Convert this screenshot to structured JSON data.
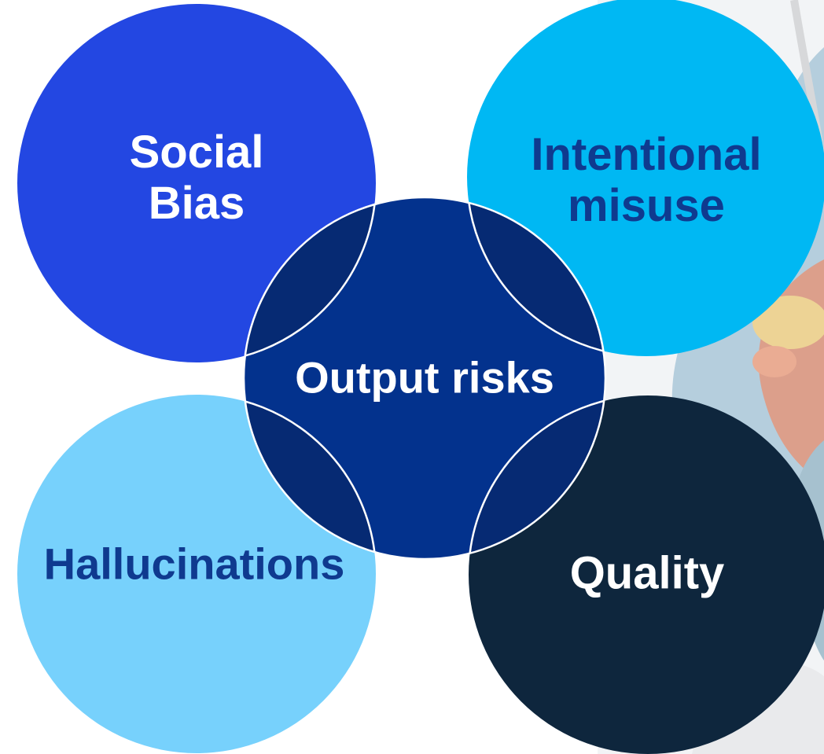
{
  "diagram": {
    "nodes": [
      {
        "id": "social-bias",
        "lines": [
          "Social",
          "Bias"
        ],
        "fill": "#2347E2",
        "text_color": "#FFFFFF"
      },
      {
        "id": "intentional-misuse",
        "lines": [
          "Intentional",
          "misuse"
        ],
        "fill": "#00B8F3",
        "text_color": "#0F3A8F"
      },
      {
        "id": "hallucinations",
        "lines": [
          "Hallucinations"
        ],
        "fill": "#77D1FC",
        "text_color": "#0F3A8F"
      },
      {
        "id": "quality",
        "lines": [
          "Quality"
        ],
        "fill": "#0E263D",
        "text_color": "#FFFFFF"
      },
      {
        "id": "output-risks",
        "lines": [
          "Output risks"
        ],
        "fill": "#03328D",
        "text_color": "#FFFFFF"
      }
    ],
    "overlap_fill": "#062A73",
    "outline_color": "#FFFFFF"
  }
}
